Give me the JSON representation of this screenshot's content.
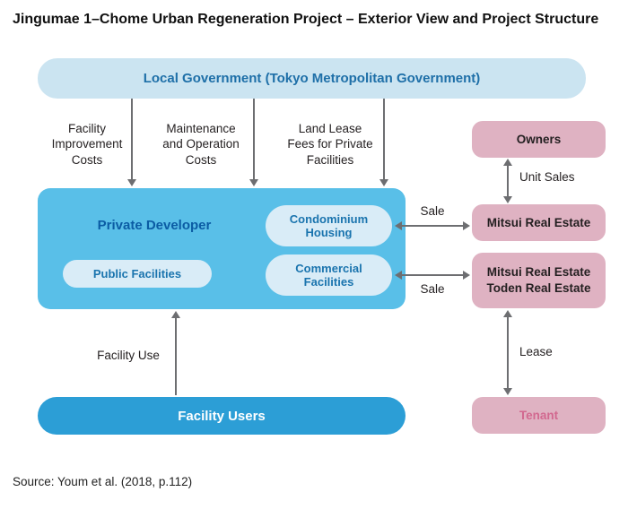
{
  "title": "Jingumae 1–Chome Urban Regeneration Project – Exterior View and Project Structure",
  "source": "Source: Youm  et al. (2018, p.112)",
  "colors": {
    "local_government_bg": "#cbe4f1",
    "developer_bg": "#59bfe8",
    "inner_pill_bg": "#d9ecf7",
    "facility_users_bg": "#2c9ed6",
    "pink_box_bg": "#dfb2c2",
    "blue_text": "#1e6fa8",
    "tenant_text": "#d2688f",
    "arrow_gray": "#6d6e71"
  },
  "nodes": {
    "local_government": {
      "label": "Local Government (Tokyo Metropolitan Government)"
    },
    "private_developer": {
      "label": "Private Developer"
    },
    "condominium_housing": {
      "label": "Condominium\nHousing"
    },
    "public_facilities": {
      "label": "Public Facilities"
    },
    "commercial_facilities": {
      "label": "Commercial\nFacilities"
    },
    "facility_users": {
      "label": "Facility Users"
    },
    "owners": {
      "label": "Owners"
    },
    "mitsui_real_estate": {
      "label": "Mitsui Real Estate"
    },
    "mitsui_toden": {
      "label": "Mitsui Real Estate\nToden Real Estate"
    },
    "tenant": {
      "label": "Tenant"
    }
  },
  "edges": {
    "facility_improvement_costs": "Facility\nImprovement\nCosts",
    "maintenance_operation_costs": "Maintenance\nand Operation\nCosts",
    "land_lease_fees": "Land Lease\nFees for Private\nFacilities",
    "unit_sales": "Unit Sales",
    "sale_top": "Sale",
    "sale_bottom": "Sale",
    "lease": "Lease",
    "facility_use": "Facility Use"
  }
}
